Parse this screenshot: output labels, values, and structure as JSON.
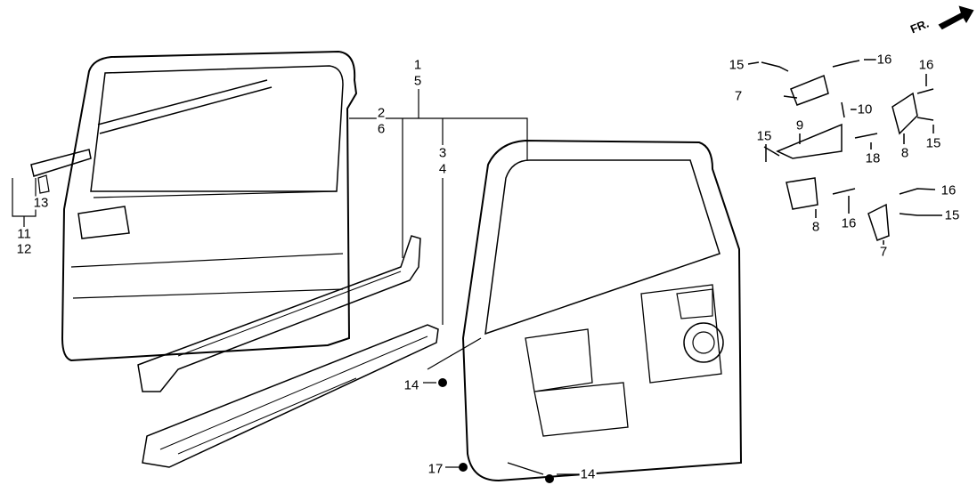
{
  "direction_marker": "FR.",
  "labels": [
    "1",
    "5",
    "2",
    "6",
    "3",
    "4",
    "11",
    "12",
    "13",
    "14",
    "14",
    "17",
    "15",
    "16",
    "7",
    "10",
    "9",
    "15",
    "18",
    "16",
    "8",
    "15",
    "8",
    "16",
    "16",
    "15",
    "7"
  ]
}
